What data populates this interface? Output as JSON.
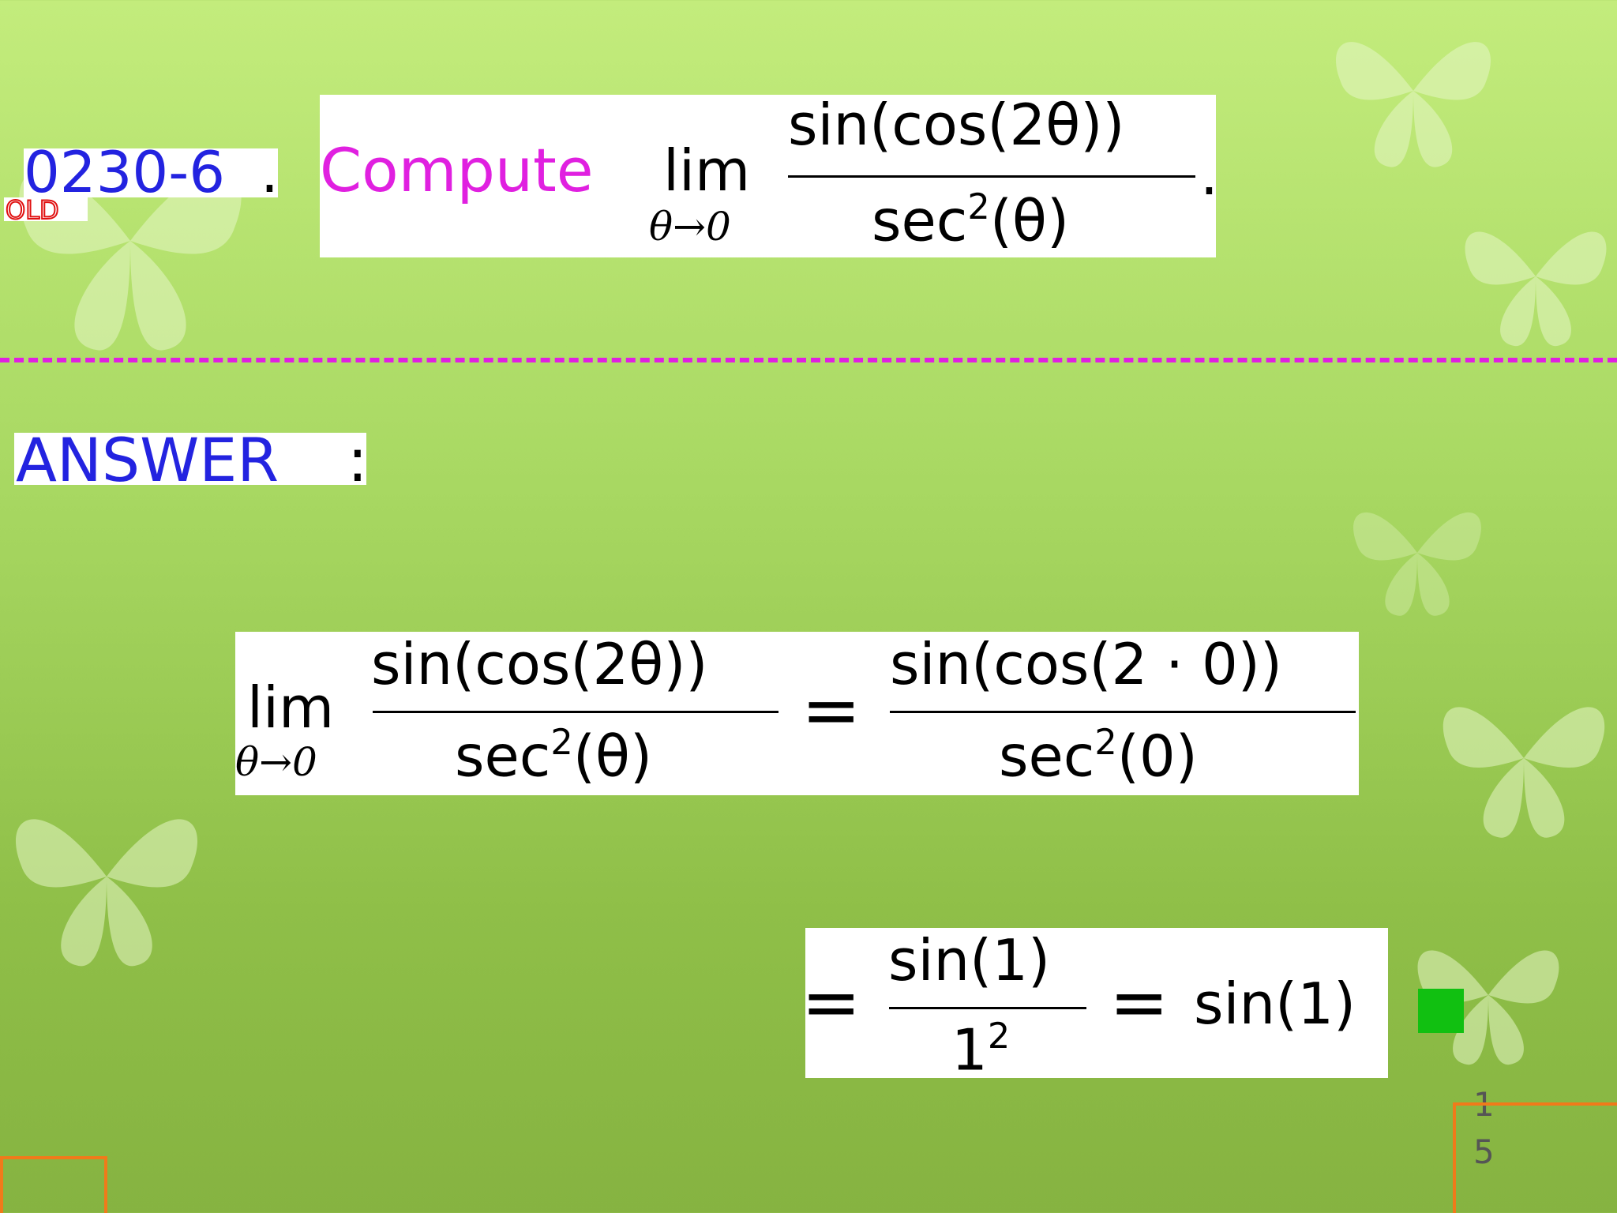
{
  "problem": {
    "number": "0230-6",
    "number_period": ".",
    "tag": "OLD",
    "verb": "Compute",
    "lim_word": "lim",
    "lim_sub": "θ→0",
    "numerator": "sin(cos(2θ))",
    "denominator_base": "sec",
    "denominator_exp": "2",
    "denominator_arg": "(θ)",
    "end_period": "."
  },
  "answer": {
    "label": "ANSWER",
    "colon": ":"
  },
  "step1": {
    "lim_word": "lim",
    "lim_sub": "θ→0",
    "lhs_numerator": "sin(cos(2θ))",
    "lhs_den_base": "sec",
    "lhs_den_exp": "2",
    "lhs_den_arg": "(θ)",
    "equals": "=",
    "rhs_numerator": "sin(cos(2 · 0))",
    "rhs_den_base": "sec",
    "rhs_den_exp": "2",
    "rhs_den_arg": "(0)"
  },
  "step2": {
    "equals1": "=",
    "numerator": "sin(1)",
    "den_base": "1",
    "den_exp": "2",
    "equals2": "=",
    "result": "sin(1)"
  },
  "slide_number": {
    "line1": "1",
    "line2": "5"
  },
  "colors": {
    "problem_number": "#2323e0",
    "compute": "#e020e0",
    "old_tag": "#e01010",
    "divider": "#e020e0",
    "qed_square": "#11c011",
    "frame": "#f07a1a"
  }
}
